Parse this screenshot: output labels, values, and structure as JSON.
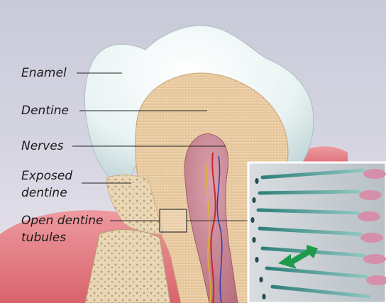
{
  "labels": {
    "enamel": "Enamel",
    "dentine": "Dentine",
    "nerves": "Nerves",
    "exposed_line1": "Exposed",
    "exposed_line2": "dentine",
    "tubules_line1": "Open dentine",
    "tubules_line2": "tubules"
  },
  "colors": {
    "background_top": "#cfd0dd",
    "background_bottom": "#e7e4ee",
    "enamel": "#eef6f6",
    "dentine": "#e9c9a0",
    "pulp": "#c98b9a",
    "gum": "#e07b80",
    "bone": "#e8d6b4",
    "tubule_arrow": "#1e9a4c",
    "leader_line": "#222222"
  },
  "icons": {
    "arrow": "double-headed-arrow-icon"
  }
}
